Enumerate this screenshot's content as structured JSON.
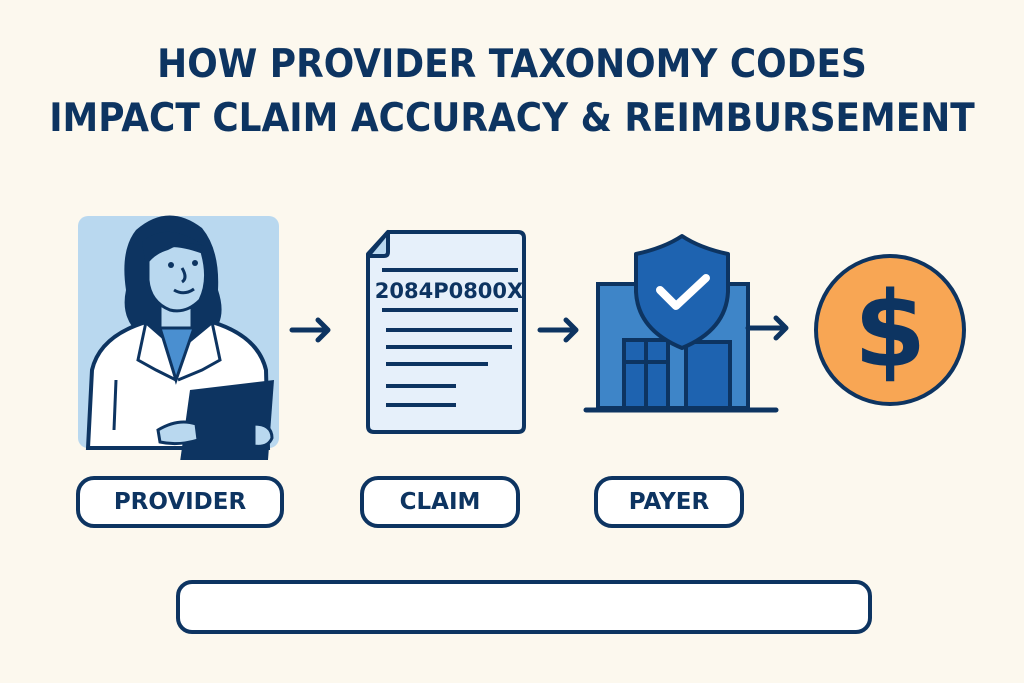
{
  "title": {
    "line1": "HOW PROVIDER TAXONOMY CODES",
    "line2": "IMPACT CLAIM ACCURACY & REIMBURSEMENT"
  },
  "flow": {
    "steps": [
      {
        "label": "PROVIDER",
        "icon": "doctor-with-tablet-icon"
      },
      {
        "label": "CLAIM",
        "icon": "claim-document-icon",
        "code": "2084P0800X"
      },
      {
        "label": "PAYER",
        "icon": "payer-building-shield-icon"
      },
      {
        "label": "",
        "icon": "dollar-coin-icon",
        "symbol": "$"
      }
    ],
    "connector_icon": "arrow-right-icon"
  },
  "bottom_bar": {
    "text": ""
  },
  "colors": {
    "background": "#fcf8ee",
    "navy": "#0d3461",
    "primary_blue": "#1e63b0",
    "light_blue": "#b9d8ef",
    "pale_blue": "#e6f0fa",
    "orange": "#f8a654"
  }
}
